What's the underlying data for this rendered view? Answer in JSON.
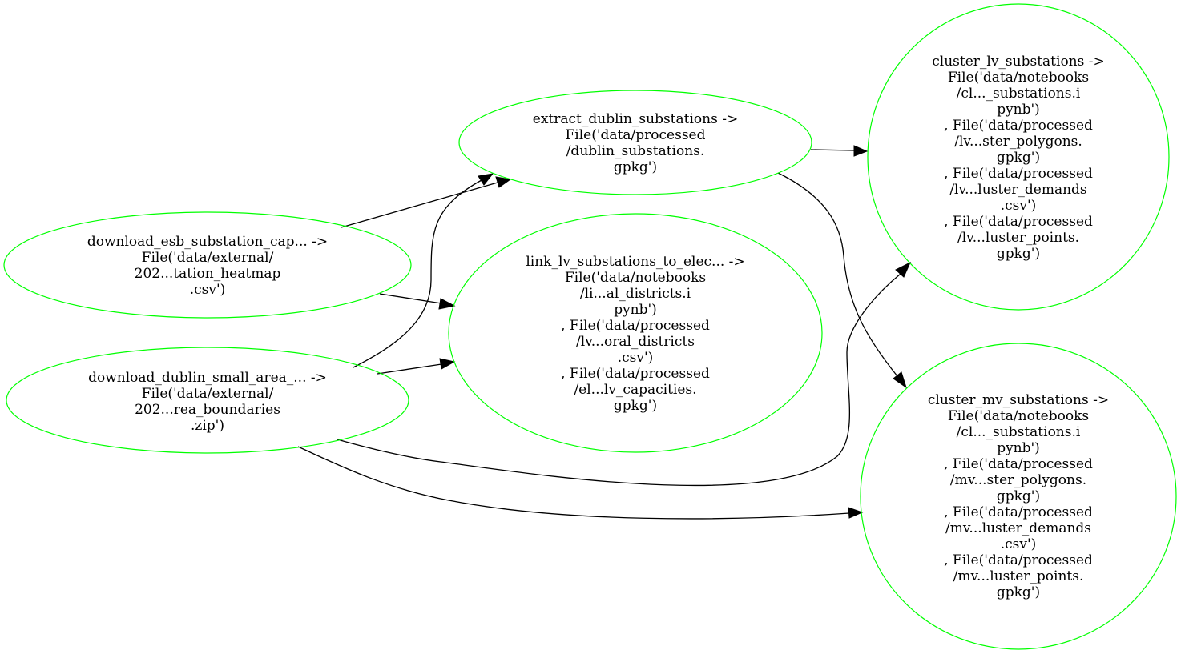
{
  "diagram": {
    "type": "directed-graph",
    "node_color": "#00ff00",
    "edge_color": "#000000",
    "nodes": [
      {
        "id": "download_esb",
        "shape": "ellipse",
        "lines": [
          "download_esb_substation_cap... ->",
          "File('data/external/",
          "202...tation_heatmap",
          ".csv')"
        ]
      },
      {
        "id": "download_dublin",
        "shape": "ellipse",
        "lines": [
          "download_dublin_small_area_... ->",
          "File('data/external/",
          "202...rea_boundaries",
          ".zip')"
        ]
      },
      {
        "id": "extract",
        "shape": "ellipse",
        "lines": [
          "extract_dublin_substations ->",
          "File('data/processed",
          "/dublin_substations.",
          "gpkg')"
        ]
      },
      {
        "id": "link",
        "shape": "ellipse",
        "lines": [
          "link_lv_substations_to_elec... ->",
          "File('data/notebooks",
          "/li...al_districts.i",
          "pynb')",
          ", File('data/processed",
          "/lv...oral_districts",
          ".csv')",
          ", File('data/processed",
          "/el...lv_capacities.",
          "gpkg')"
        ]
      },
      {
        "id": "cluster_lv",
        "shape": "circle",
        "lines": [
          "cluster_lv_substations ->",
          "File('data/notebooks",
          "/cl..._substations.i",
          "pynb')",
          ", File('data/processed",
          "/lv...ster_polygons.",
          "gpkg')",
          ", File('data/processed",
          "/lv...luster_demands",
          ".csv')",
          ", File('data/processed",
          "/lv...luster_points.",
          "gpkg')"
        ]
      },
      {
        "id": "cluster_mv",
        "shape": "circle",
        "lines": [
          "cluster_mv_substations ->",
          "File('data/notebooks",
          "/cl..._substations.i",
          "pynb')",
          ", File('data/processed",
          "/mv...ster_polygons.",
          "gpkg')",
          ", File('data/processed",
          "/mv...luster_demands",
          ".csv')",
          ", File('data/processed",
          "/mv...luster_points.",
          "gpkg')"
        ]
      }
    ],
    "edges": [
      {
        "from": "download_esb",
        "to": "extract"
      },
      {
        "from": "download_esb",
        "to": "link"
      },
      {
        "from": "download_dublin",
        "to": "extract"
      },
      {
        "from": "download_dublin",
        "to": "link"
      },
      {
        "from": "download_dublin",
        "to": "cluster_lv"
      },
      {
        "from": "download_dublin",
        "to": "cluster_mv"
      },
      {
        "from": "extract",
        "to": "cluster_lv"
      },
      {
        "from": "extract",
        "to": "cluster_mv"
      }
    ]
  }
}
